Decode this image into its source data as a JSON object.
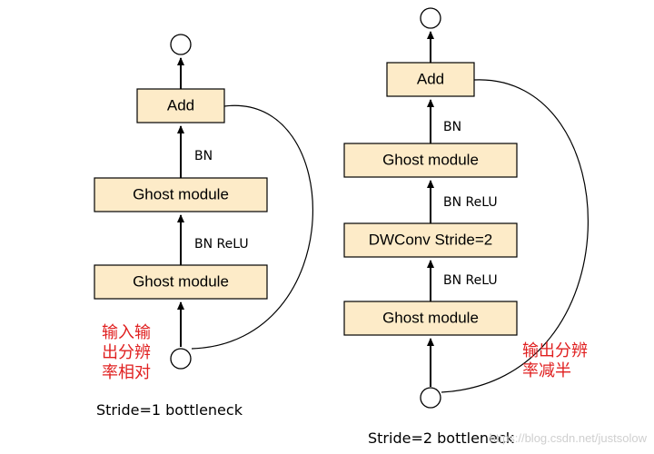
{
  "left": {
    "add": "Add",
    "bn_top": "BN",
    "ghost_top": "Ghost module",
    "bn_relu": "BN ReLU",
    "ghost_bottom": "Ghost module",
    "note_lines": [
      "输入输",
      "出分辨",
      "率相对"
    ],
    "caption": "Stride=1 bottleneck"
  },
  "right": {
    "add": "Add",
    "bn_top": "BN",
    "ghost_top": "Ghost module",
    "bn_relu_1": "BN ReLU",
    "dwconv": "DWConv Stride=2",
    "bn_relu_2": "BN ReLU",
    "ghost_bottom": "Ghost module",
    "note_lines": [
      "输出分辨",
      "率减半"
    ],
    "caption": "Stride=2 bottleneck"
  },
  "watermark": "https://blog.csdn.net/justsolow",
  "colors": {
    "box_fill": "#fdebc8",
    "note": "#e02020",
    "line": "#000000"
  }
}
